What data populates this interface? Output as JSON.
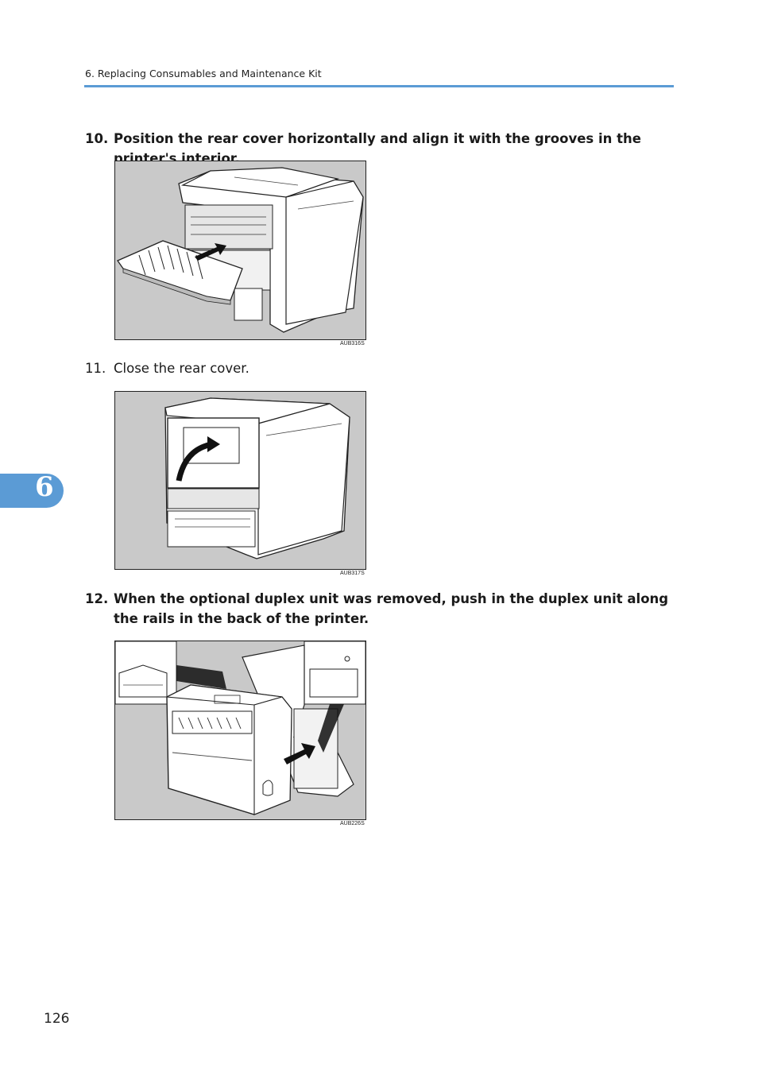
{
  "header": {
    "section": "6. Replacing Consumables and Maintenance Kit"
  },
  "steps": [
    {
      "num": "10.",
      "text": "Position the rear cover horizontally and align it with the grooves in the printer's interior."
    },
    {
      "num": "11.",
      "text": "Close the rear cover."
    },
    {
      "num": "12.",
      "text": "When the optional duplex unit was removed, push in the duplex unit along the rails in the back of the printer."
    }
  ],
  "figures": [
    {
      "code": "AUB316S"
    },
    {
      "code": "AUB317S"
    },
    {
      "code": "AUB226S"
    }
  ],
  "chapter_tab": {
    "number": "6",
    "color": "#5b9bd5"
  },
  "page_number": "126"
}
